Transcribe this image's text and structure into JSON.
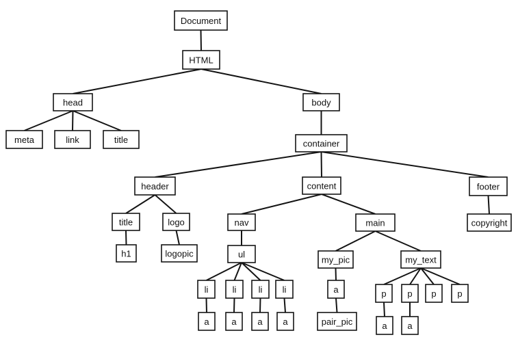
{
  "diagram": {
    "type": "tree",
    "nodes": [
      {
        "id": "document",
        "label": "Document"
      },
      {
        "id": "html",
        "label": "HTML",
        "parent": "document"
      },
      {
        "id": "head",
        "label": "head",
        "parent": "html"
      },
      {
        "id": "body",
        "label": "body",
        "parent": "html"
      },
      {
        "id": "meta",
        "label": "meta",
        "parent": "head"
      },
      {
        "id": "link",
        "label": "link",
        "parent": "head"
      },
      {
        "id": "head-title",
        "label": "title",
        "parent": "head"
      },
      {
        "id": "container",
        "label": "container",
        "parent": "body"
      },
      {
        "id": "header",
        "label": "header",
        "parent": "container"
      },
      {
        "id": "content",
        "label": "content",
        "parent": "container"
      },
      {
        "id": "footer",
        "label": "footer",
        "parent": "container"
      },
      {
        "id": "header-title",
        "label": "title",
        "parent": "header"
      },
      {
        "id": "logo",
        "label": "logo",
        "parent": "header"
      },
      {
        "id": "h1",
        "label": "h1",
        "parent": "header-title"
      },
      {
        "id": "logopic",
        "label": "logopic",
        "parent": "logo"
      },
      {
        "id": "nav",
        "label": "nav",
        "parent": "content"
      },
      {
        "id": "main",
        "label": "main",
        "parent": "content"
      },
      {
        "id": "copyright",
        "label": "copyright",
        "parent": "footer"
      },
      {
        "id": "ul",
        "label": "ul",
        "parent": "nav"
      },
      {
        "id": "li1",
        "label": "li",
        "parent": "ul"
      },
      {
        "id": "li2",
        "label": "li",
        "parent": "ul"
      },
      {
        "id": "li3",
        "label": "li",
        "parent": "ul"
      },
      {
        "id": "li4",
        "label": "li",
        "parent": "ul"
      },
      {
        "id": "a-li1",
        "label": "a",
        "parent": "li1"
      },
      {
        "id": "a-li2",
        "label": "a",
        "parent": "li2"
      },
      {
        "id": "a-li3",
        "label": "a",
        "parent": "li3"
      },
      {
        "id": "a-li4",
        "label": "a",
        "parent": "li4"
      },
      {
        "id": "my-pic",
        "label": "my_pic",
        "parent": "main"
      },
      {
        "id": "my-text",
        "label": "my_text",
        "parent": "main"
      },
      {
        "id": "a-pic",
        "label": "a",
        "parent": "my-pic"
      },
      {
        "id": "pair-pic",
        "label": "pair_pic",
        "parent": "a-pic"
      },
      {
        "id": "p1",
        "label": "p",
        "parent": "my-text"
      },
      {
        "id": "p2",
        "label": "p",
        "parent": "my-text"
      },
      {
        "id": "p3",
        "label": "p",
        "parent": "my-text"
      },
      {
        "id": "p4",
        "label": "p",
        "parent": "my-text"
      },
      {
        "id": "a-p1",
        "label": "a",
        "parent": "p1"
      },
      {
        "id": "a-p2",
        "label": "a",
        "parent": "p2"
      }
    ]
  }
}
